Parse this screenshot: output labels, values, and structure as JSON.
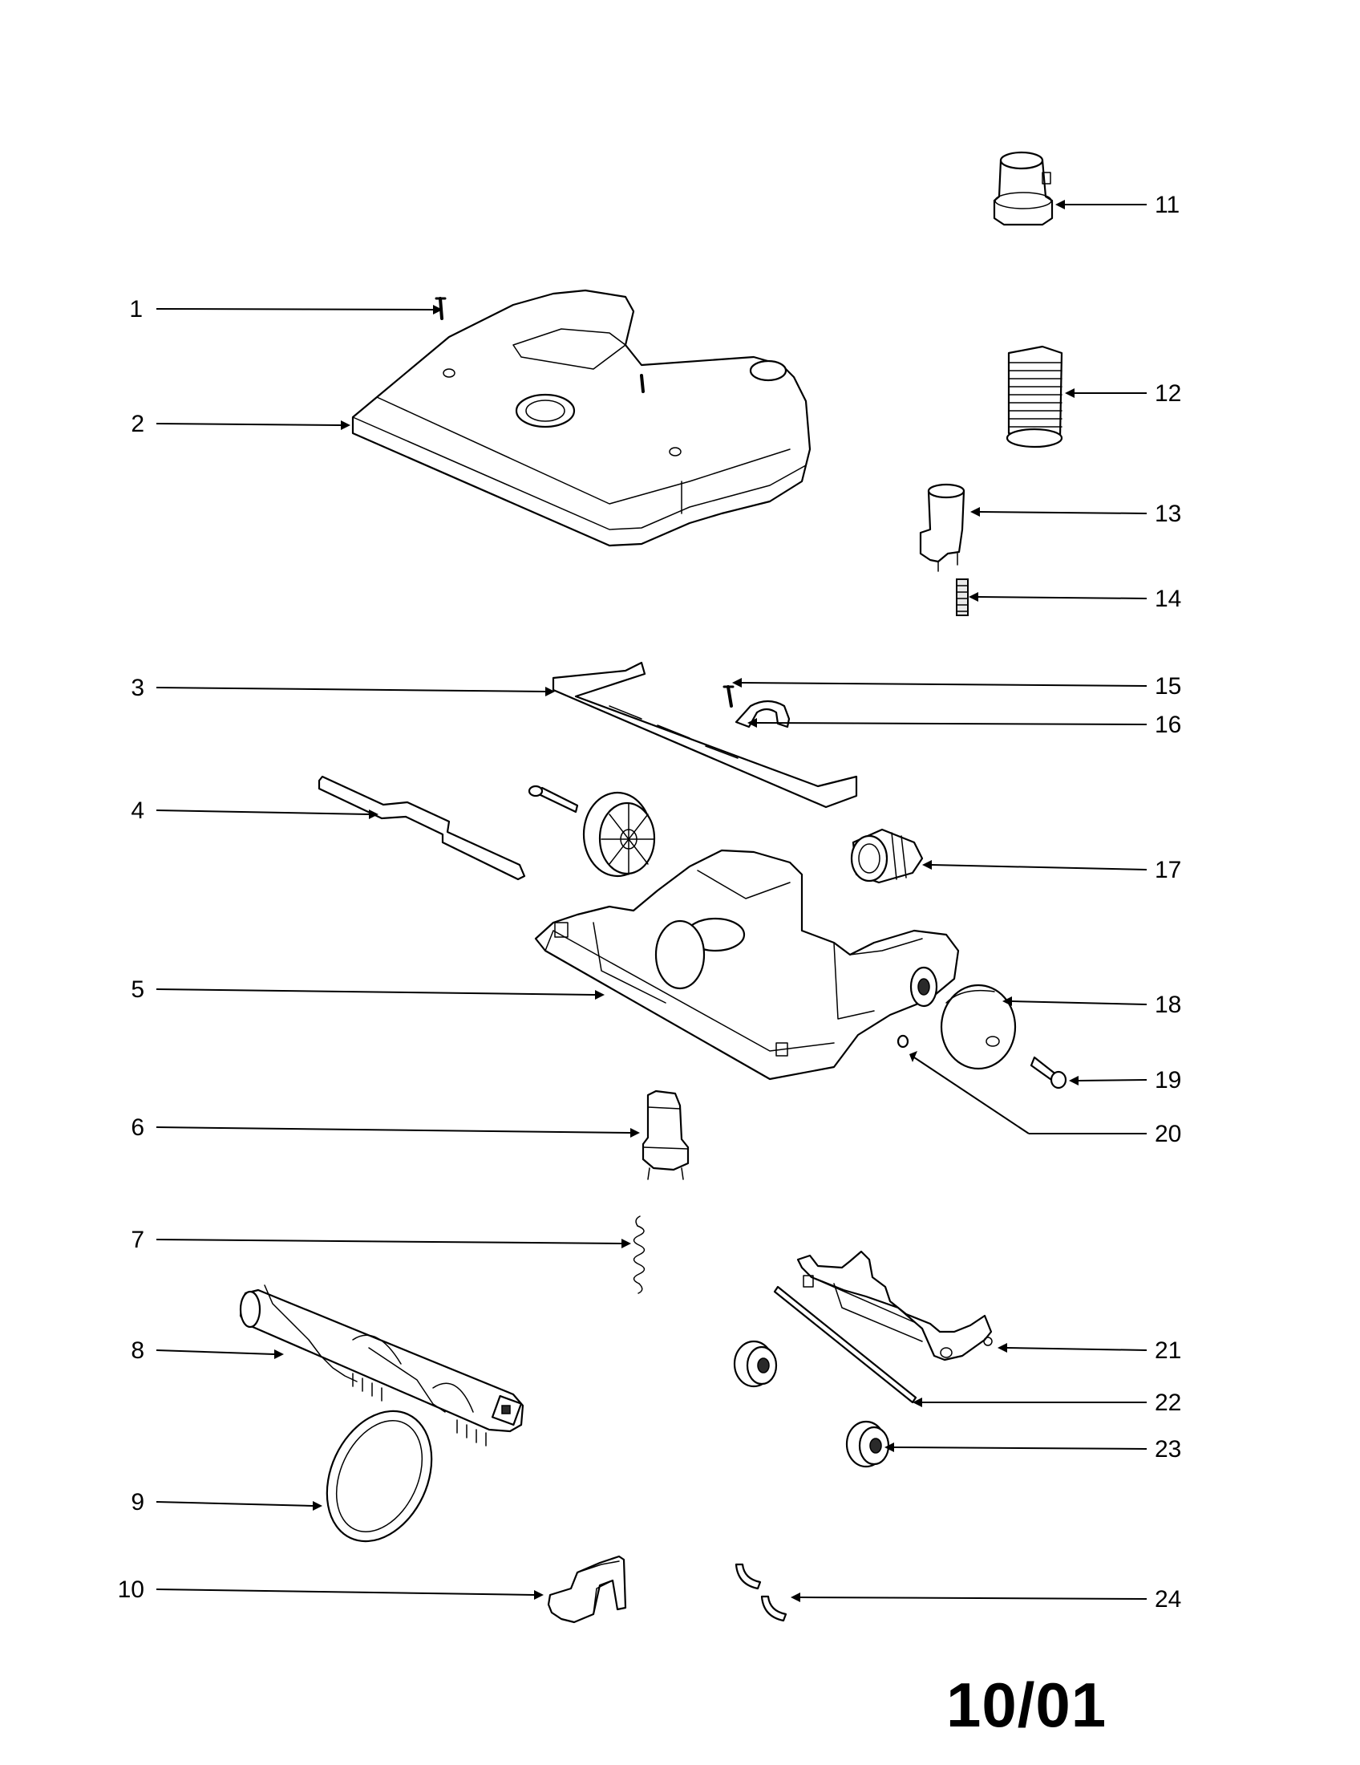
{
  "callouts": [
    {
      "number": "1",
      "part": "screw"
    },
    {
      "number": "2",
      "part": "hood-cover"
    },
    {
      "number": "3",
      "part": "bumper"
    },
    {
      "number": "4",
      "part": "brush-guard-strip"
    },
    {
      "number": "5",
      "part": "base-housing"
    },
    {
      "number": "6",
      "part": "nozzle-adapter"
    },
    {
      "number": "7",
      "part": "spring"
    },
    {
      "number": "8",
      "part": "brushroll"
    },
    {
      "number": "9",
      "part": "belt"
    },
    {
      "number": "10",
      "part": "pedal"
    },
    {
      "number": "11",
      "part": "hose-connector"
    },
    {
      "number": "12",
      "part": "hose"
    },
    {
      "number": "13",
      "part": "switch"
    },
    {
      "number": "14",
      "part": "switch-spring"
    },
    {
      "number": "15",
      "part": "clamp-screw"
    },
    {
      "number": "16",
      "part": "hose-clamp"
    },
    {
      "number": "17",
      "part": "hose-coupling"
    },
    {
      "number": "18",
      "part": "rear-wheel"
    },
    {
      "number": "19",
      "part": "axle-bolt"
    },
    {
      "number": "20",
      "part": "washer"
    },
    {
      "number": "21",
      "part": "wheel-carriage"
    },
    {
      "number": "22",
      "part": "axle-rod"
    },
    {
      "number": "23",
      "part": "front-wheel"
    },
    {
      "number": "24",
      "part": "clips"
    }
  ],
  "revision": "10/01"
}
